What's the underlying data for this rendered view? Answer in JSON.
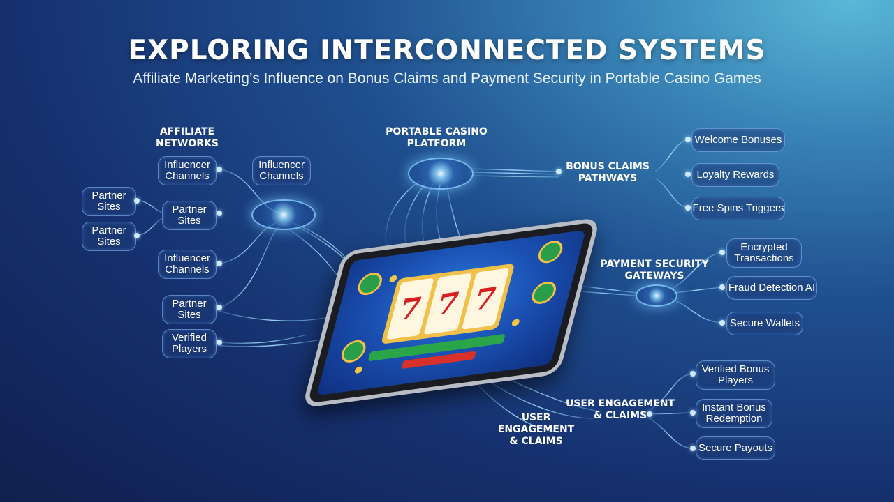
{
  "header": {
    "title": "EXPLORING INTERCONNECTED SYSTEMS",
    "subtitle": "Affiliate Marketing’s Influence on Bonus Claims and Payment Security in Portable Casino Games"
  },
  "sections": {
    "affiliate_networks": "AFFILIATE\nNETWORKS",
    "portable_platform": "PORTABLE CASINO\nPLATFORM",
    "bonus_claims": "BONUS CLAIMS\nPATHWAYS",
    "payment_security": "PAYMENT SECURITY\nGATEWAYS",
    "user_engagement_right": "USER ENGAGEMENT\n& CLAIMS",
    "user_engagement_left": "USER\nENGAGEMENT\n& CLAIMS"
  },
  "affiliate_nodes": {
    "influencer_1": "Influencer\nChannels",
    "influencer_2": "Influencer\nChannels",
    "partner_outer_1": "Partner\nSites",
    "partner_outer_2": "Partner\nSites",
    "partner_center": "Partner\nSites",
    "influencer_3": "Influencer\nChannels",
    "partner_lower": "Partner\nSites",
    "verified_players": "Verified\nPlayers"
  },
  "bonus_nodes": {
    "welcome": "Welcome Bonuses",
    "loyalty": "Loyalty Rewards",
    "free_spins": "Free Spins Triggers"
  },
  "payment_nodes": {
    "encrypted": "Encrypted\nTransactions",
    "fraud": "Fraud Detection AI",
    "wallets": "Secure Wallets"
  },
  "engagement_nodes": {
    "verified_bonus": "Verified Bonus\nPlayers",
    "instant_bonus": "Instant Bonus\nRedemption",
    "payouts": "Secure Payouts"
  },
  "slot_machine": {
    "reel_1": "7",
    "reel_2": "7",
    "reel_3": "7"
  }
}
